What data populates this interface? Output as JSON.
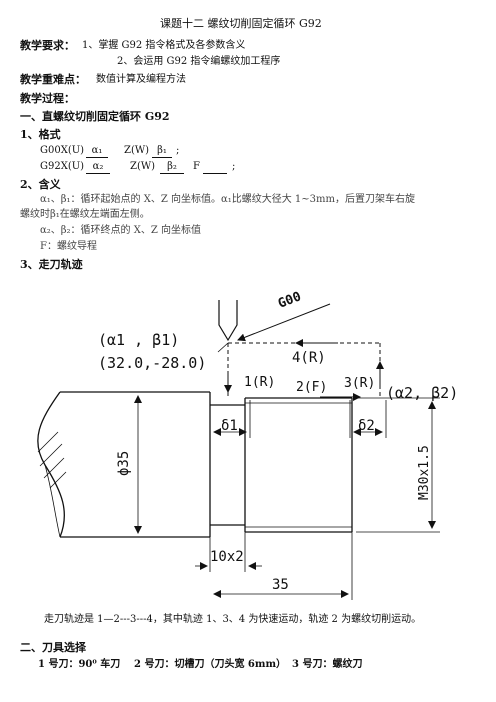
{
  "header": {
    "title": "课题十二  螺纹切削固定循环 G92"
  },
  "objectives": {
    "label": "教学要求：",
    "item1": "1、掌握 G92 指令格式及各参数含义",
    "item2": "2、会运用 G92 指令编螺纹加工程序"
  },
  "key_points": {
    "label": "教学重难点：",
    "text": "数值计算及编程方法"
  },
  "process": {
    "label": "教学过程："
  },
  "section1": {
    "heading": "一、直螺纹切削固定循环 G92",
    "format": {
      "heading": "1、格式",
      "line1_a": "G00X(U)",
      "line1_b": "α₁",
      "line1_c": "Z(W)",
      "line1_d": "β₁",
      "line1_e": ";",
      "line2_a": "G92X(U)",
      "line2_b": "α₂",
      "line2_c": "Z(W)",
      "line2_d": "β₂",
      "line2_e": "F",
      "line2_f": ";"
    },
    "meaning": {
      "heading": "2、含义",
      "line1": "α₁、β₁：循环起始点的 X、Z 向坐标值。α₁比螺纹大径大 1~3mm，后置刀架车右旋",
      "line2": "螺纹时β₁在螺纹左端面左侧。",
      "line3": "α₂、β₂：循环终点的 X、Z 向坐标值",
      "line4": "F：螺纹导程"
    },
    "path": {
      "heading": "3、走刀轨迹"
    }
  },
  "diagram": {
    "g00": "G00",
    "start_coord": "(α1 , β1)",
    "start_value": "(32.0,-28.0)",
    "seg4": "4(R)",
    "seg1": "1(R)",
    "seg2": "2(F)",
    "seg3": "3(R)",
    "end_coord": "(α2, β2)",
    "delta1": "δ1",
    "delta2": "δ2",
    "diameter": "ϕ35",
    "thread": "M30x1.5",
    "groove": "10x2",
    "length": "35"
  },
  "caption": "走刀轨迹是 1—2---3---4，其中轨迹 1、3、4 为快速运动，轨迹 2 为螺纹切削运动。",
  "section2": {
    "heading": "二、刀具选择",
    "tool1": "1 号刀：90⁰ 车刀",
    "tool2": "2 号刀：切槽刀（刀头宽 6mm）",
    "tool3": "3 号刀：螺纹刀"
  }
}
